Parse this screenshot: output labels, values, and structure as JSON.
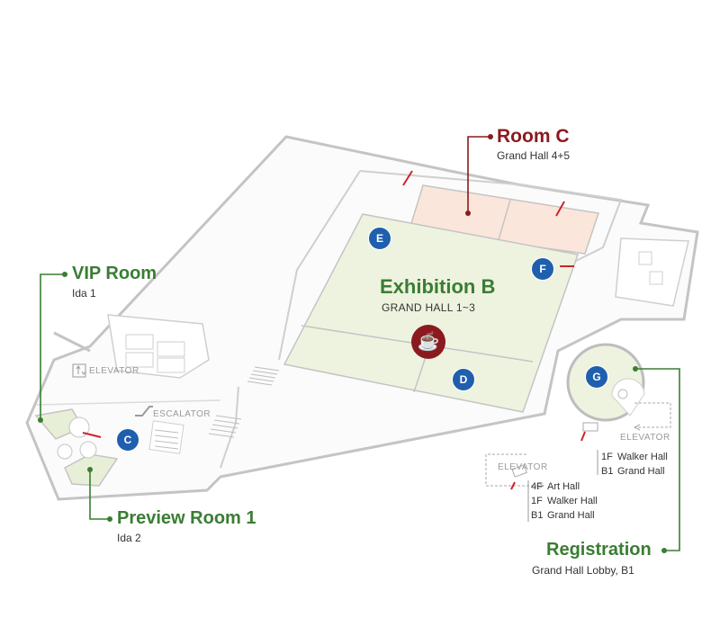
{
  "rooms": {
    "room_c": {
      "title": "Room C",
      "subtitle": "Grand Hall 4+5"
    },
    "vip_room": {
      "title": "VIP Room",
      "subtitle": "Ida 1"
    },
    "preview_room": {
      "title": "Preview Room 1",
      "subtitle": "Ida 2"
    },
    "registration": {
      "title": "Registration",
      "subtitle": "Grand Hall Lobby, B1"
    }
  },
  "exhibition": {
    "title": "Exhibition B",
    "subtitle": "GRAND HALL 1~3"
  },
  "facilities": {
    "elevator": "ELEVATOR",
    "escalator": "ESCALATOR"
  },
  "markers": [
    "C",
    "D",
    "E",
    "F",
    "G"
  ],
  "elevator_floors_right": [
    {
      "floor": "1F",
      "name": "Walker Hall"
    },
    {
      "floor": "B1",
      "name": "Grand Hall"
    }
  ],
  "elevator_floors_bottom": [
    {
      "floor": "4F",
      "name": "Art Hall"
    },
    {
      "floor": "1F",
      "name": "Walker Hall"
    },
    {
      "floor": "B1",
      "name": "Grand Hall"
    }
  ],
  "icons": {
    "cafe": "coffee-cup-icon",
    "elevator": "elevator-icon",
    "escalator": "escalator-icon",
    "door": "double-arrow-icon"
  },
  "colors": {
    "red": "#8b1a1f",
    "green": "#3a7d33",
    "marker_blue": "#1f5fae",
    "exhibition_fill": "#eef3df",
    "room_c_fill": "#fbe6db",
    "wall": "#bdbdbd"
  }
}
